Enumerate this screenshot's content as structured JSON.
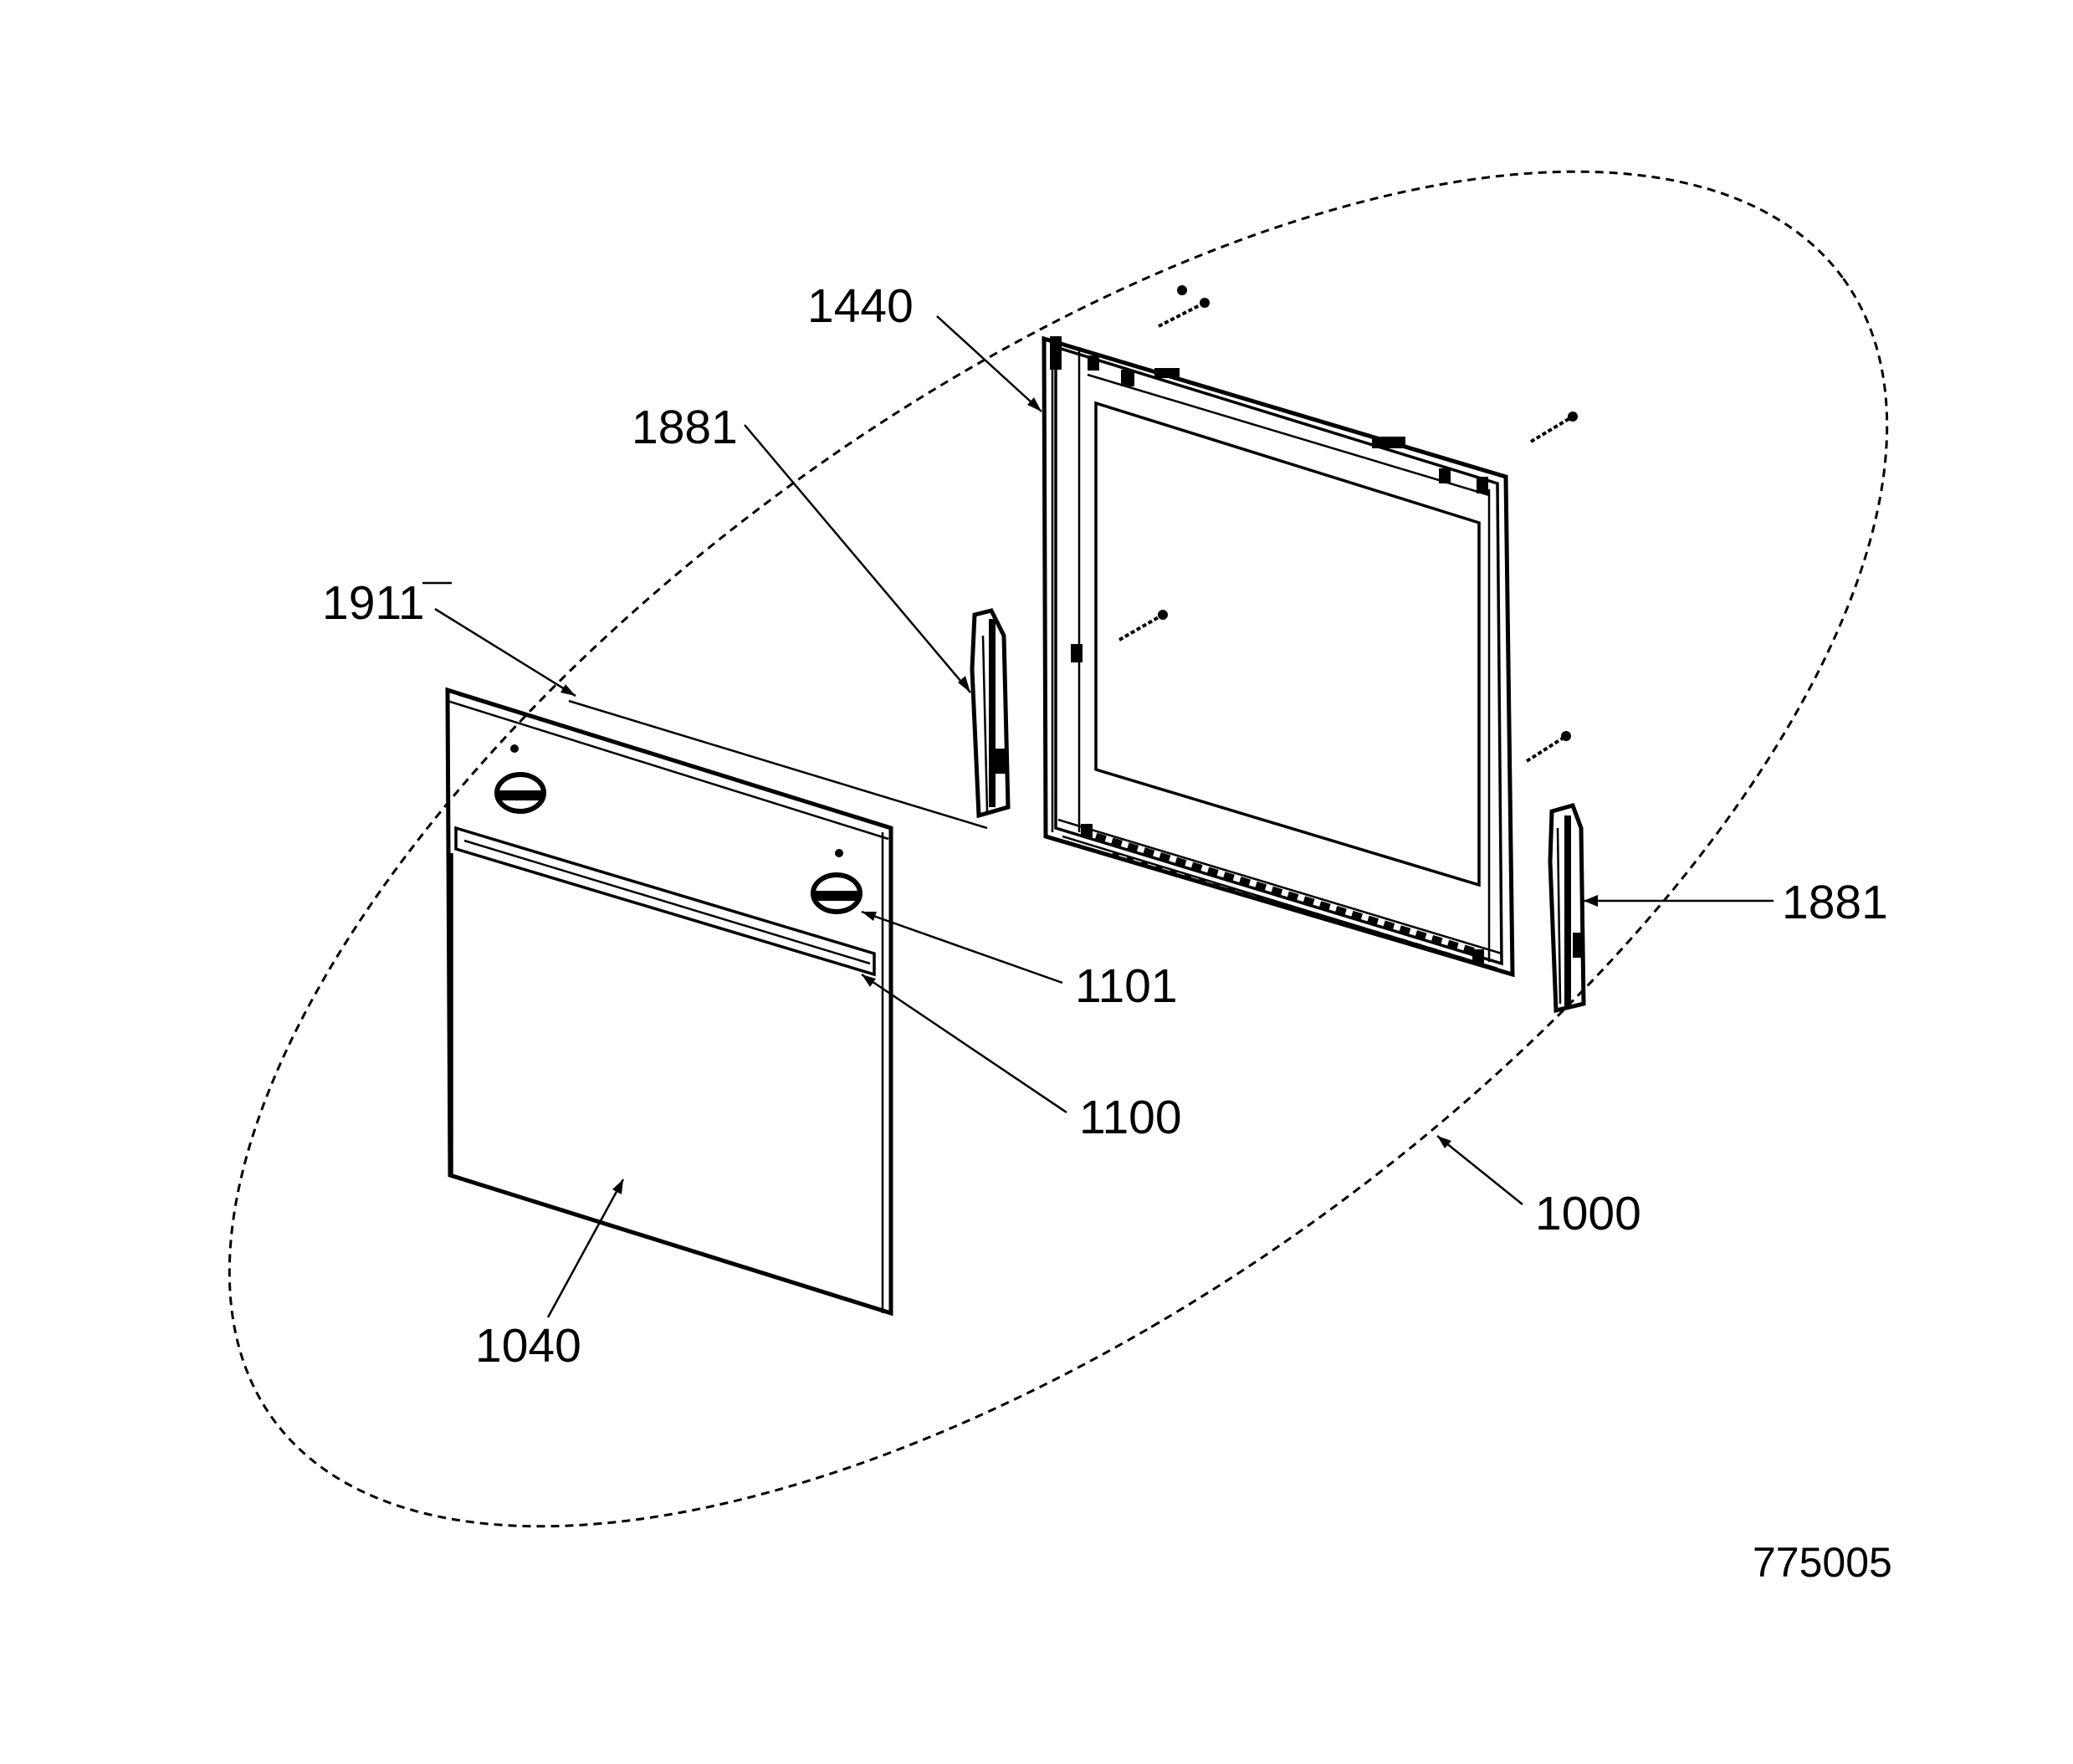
{
  "diagram": {
    "drawing_number": "775005",
    "labels": {
      "door_assembly": "1000",
      "outer_door_panel": "1040",
      "handle": "1100",
      "handle_support": "1101",
      "inner_door_frame": "1440",
      "hinge_left": "1881",
      "hinge_right": "1881",
      "door_top_profile": "1911"
    }
  }
}
